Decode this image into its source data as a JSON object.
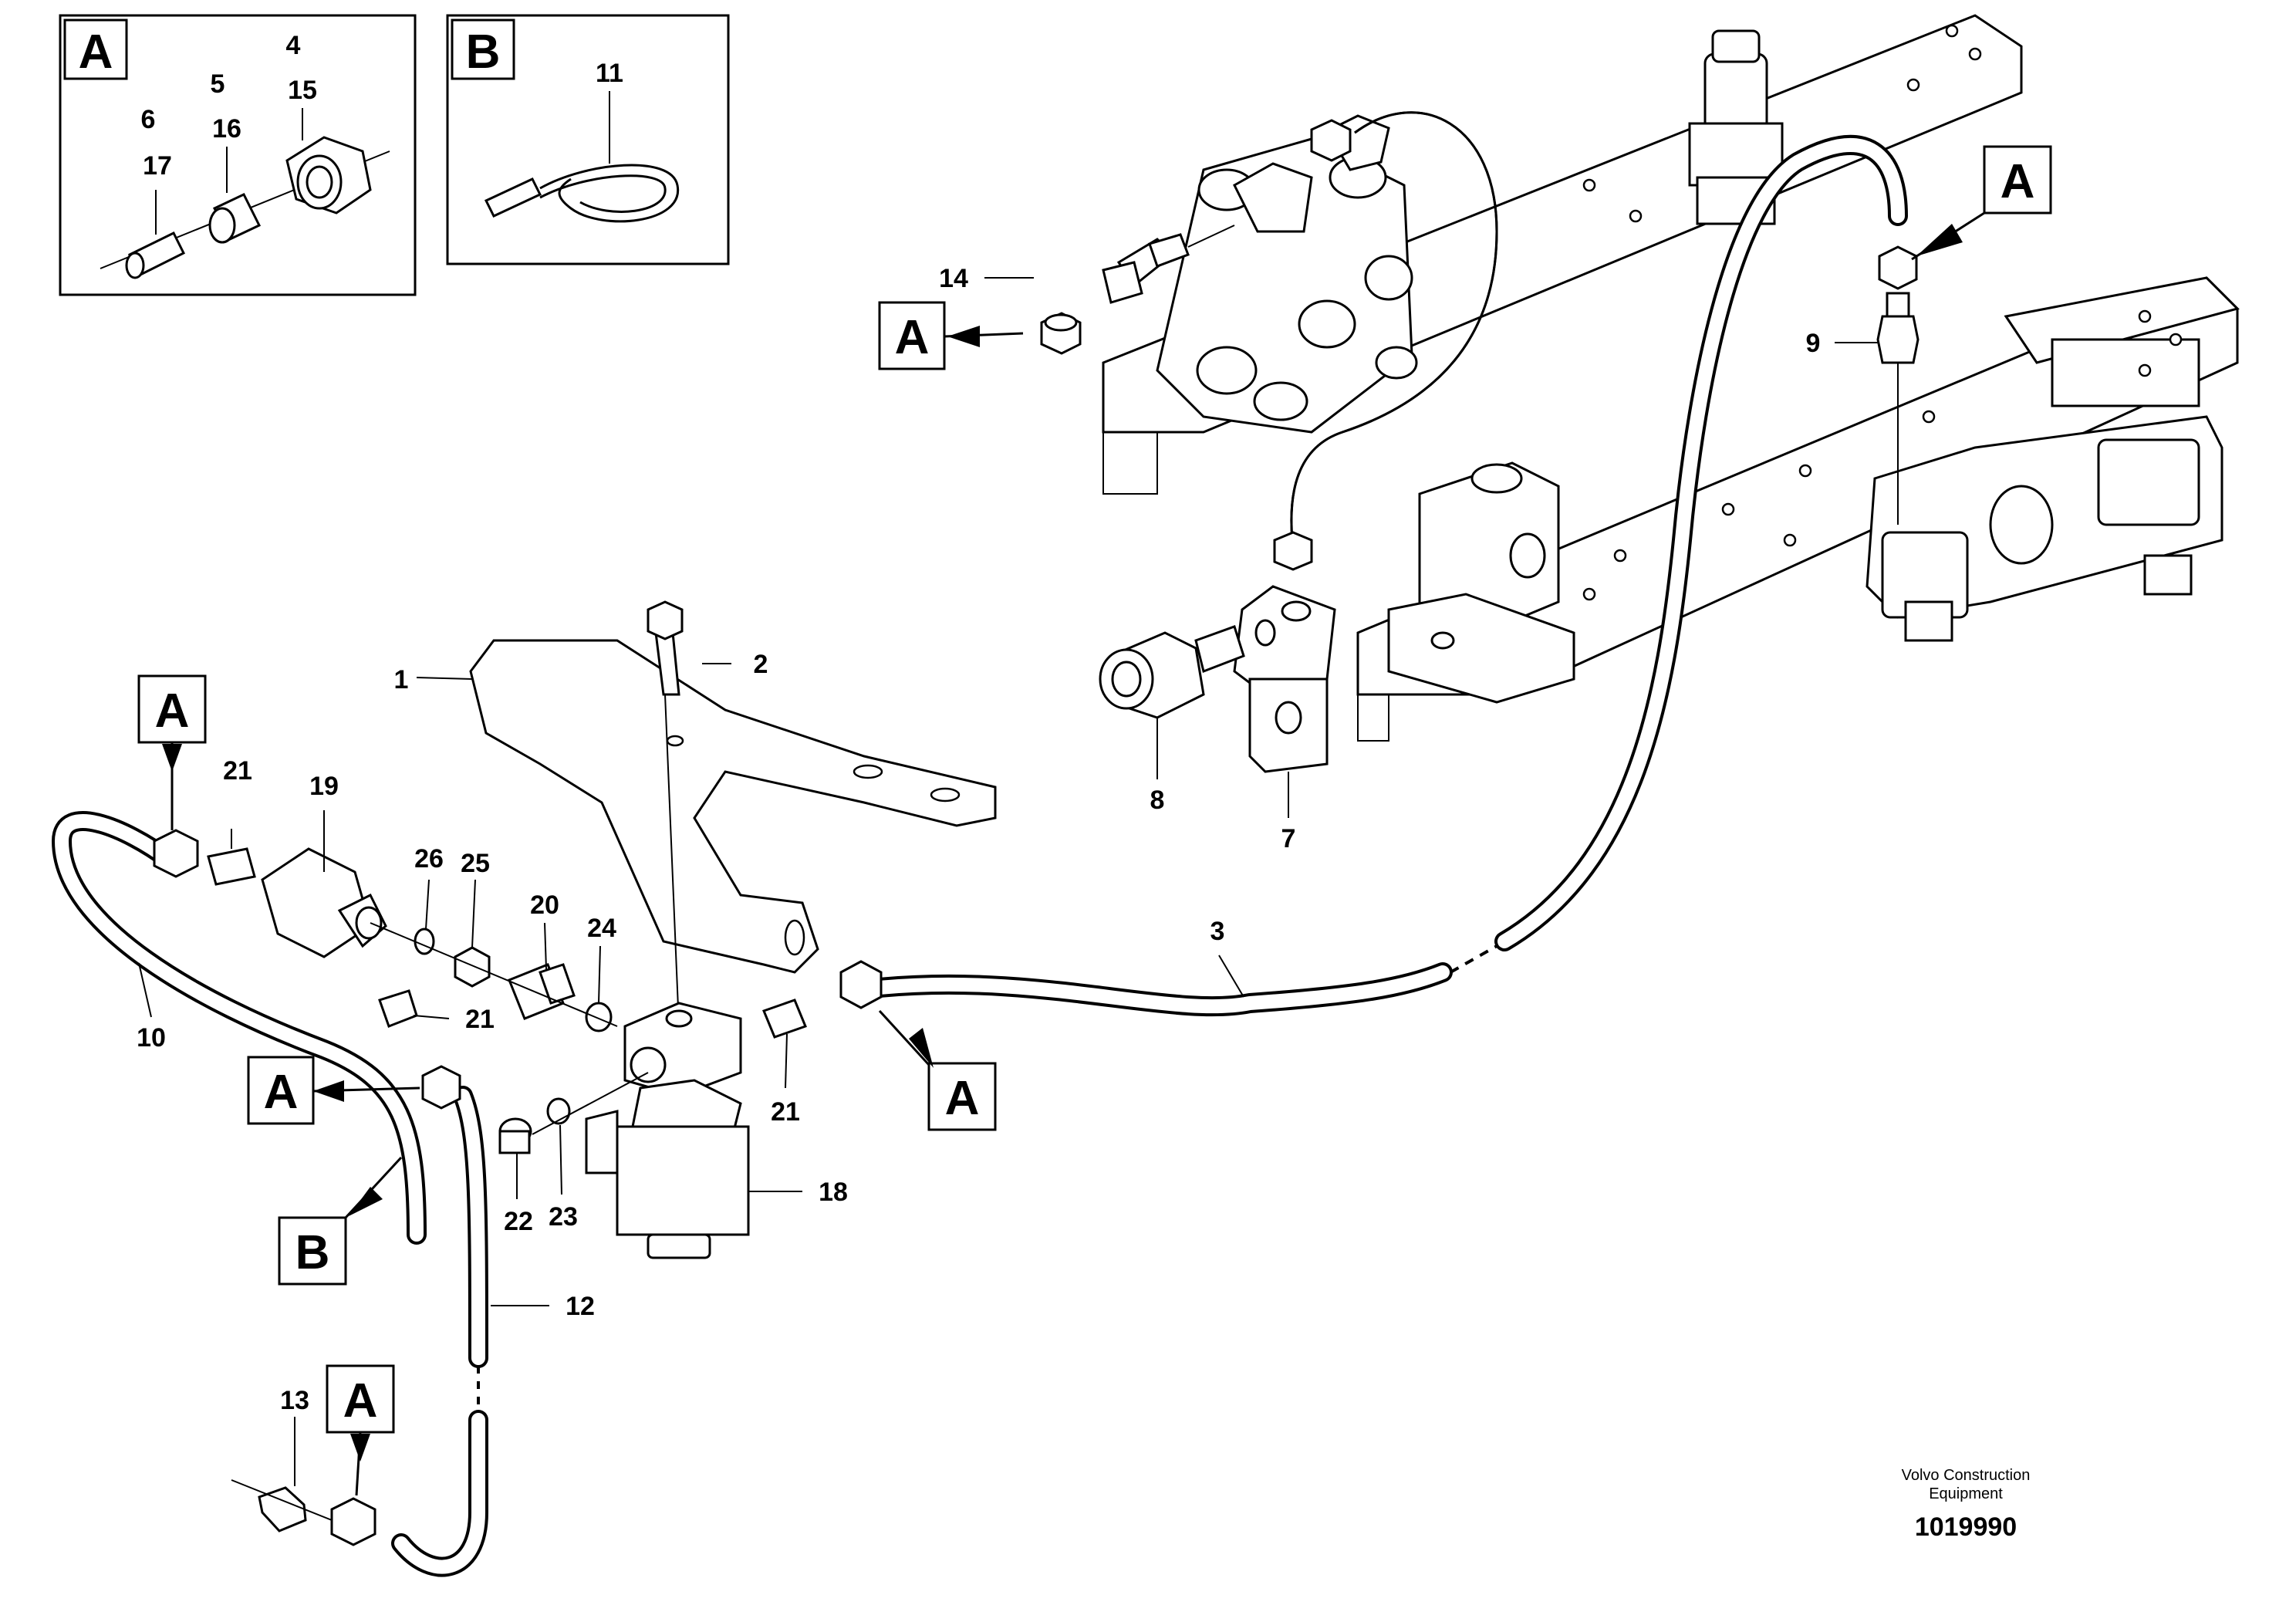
{
  "insets": {
    "a": {
      "ref": "A",
      "callouts": [
        "4",
        "15",
        "5",
        "16",
        "6",
        "17"
      ]
    },
    "b": {
      "ref": "B",
      "callouts": [
        "11"
      ]
    }
  },
  "callouts": {
    "c1": "1",
    "c2": "2",
    "c3": "3",
    "c7": "7",
    "c8": "8",
    "c9": "9",
    "c10": "10",
    "c12": "12",
    "c13": "13",
    "c14": "14",
    "c18": "18",
    "c19": "19",
    "c20": "20",
    "c21a": "21",
    "c21b": "21",
    "c21c": "21",
    "c22": "22",
    "c23": "23",
    "c24": "24",
    "c25": "25",
    "c26": "26"
  },
  "refs": {
    "r1": "A",
    "r2": "A",
    "r3": "A",
    "r4": "A",
    "r5": "A",
    "r6": "A",
    "r7": "B"
  },
  "credit": {
    "line1": "Volvo Construction",
    "line2": "Equipment",
    "doc_number": "1019990"
  }
}
